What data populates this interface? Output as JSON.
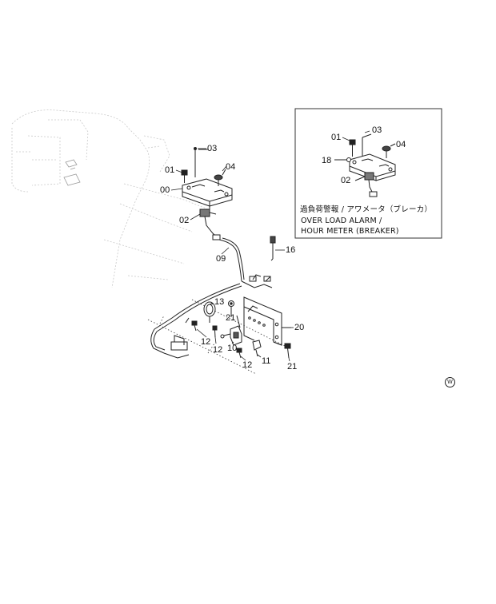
{
  "diagram": {
    "labels": {
      "p01": "01",
      "p03": "03",
      "p04": "04",
      "p00": "00",
      "p02": "02",
      "p09": "09",
      "p16": "16",
      "p13": "13",
      "p21a": "21",
      "p20": "20",
      "p12a": "12",
      "p12b": "12",
      "p10": "10",
      "p11": "11",
      "p12c": "12",
      "p21b": "21"
    },
    "inset": {
      "labels": {
        "p01": "01",
        "p03": "03",
        "p04": "04",
        "p18": "18",
        "p02": "02"
      },
      "caption_jp": "過負荷警報 / アワメータ（ブレーカ）",
      "caption_en_1": "OVER LOAD ALARM /",
      "caption_en_2": "HOUR METER (BREAKER)"
    },
    "watermark": "W"
  }
}
